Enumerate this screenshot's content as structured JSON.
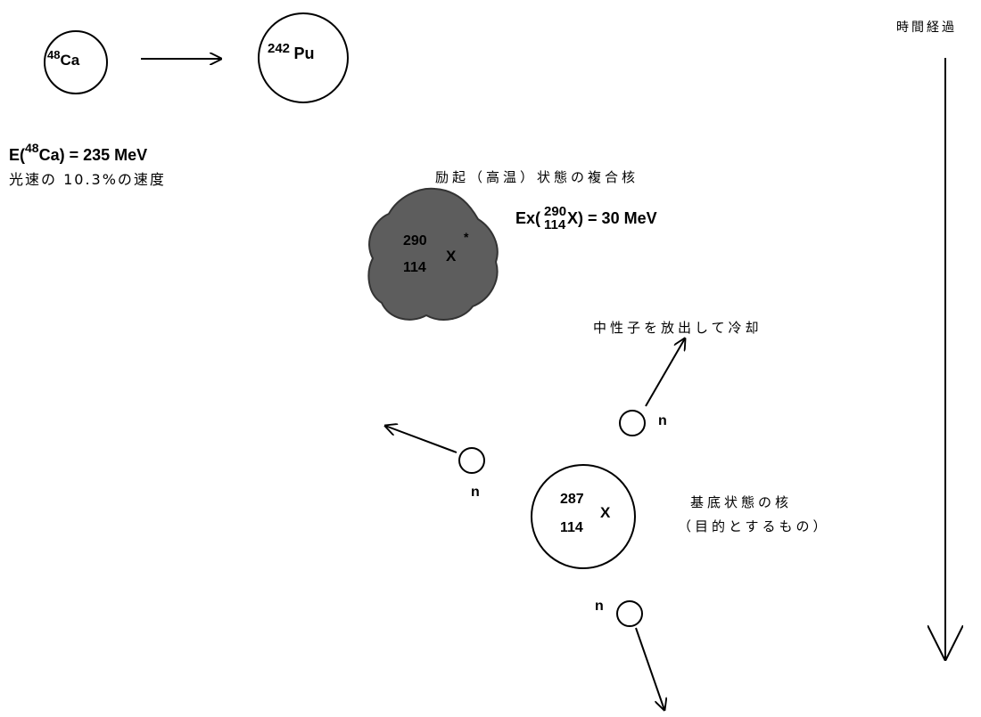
{
  "projectile": {
    "mass": "48",
    "symbol": "Ca"
  },
  "target": {
    "mass": "242",
    "symbol": "Pu"
  },
  "beam": {
    "energy_prefix": "E(",
    "energy_mass": "48",
    "energy_rest": "Ca) = 235 MeV",
    "speed_label": "光速の 10.3%の速度"
  },
  "compound": {
    "caption": "励起（高温）状態の複合核",
    "mass": "290",
    "atomic": "114",
    "symbol": "X",
    "star": "*",
    "ex_prefix": "Ex(",
    "ex_mass": "290",
    "ex_atomic": "114",
    "ex_rest": "X) = 30 MeV"
  },
  "cooling_label": "中性子を放出して冷却",
  "neutron_label": "n",
  "ground": {
    "mass": "287",
    "atomic": "114",
    "symbol": "X",
    "label1": "基底状態の核",
    "label2": "（目的とするもの）"
  },
  "time_label": "時間経過"
}
